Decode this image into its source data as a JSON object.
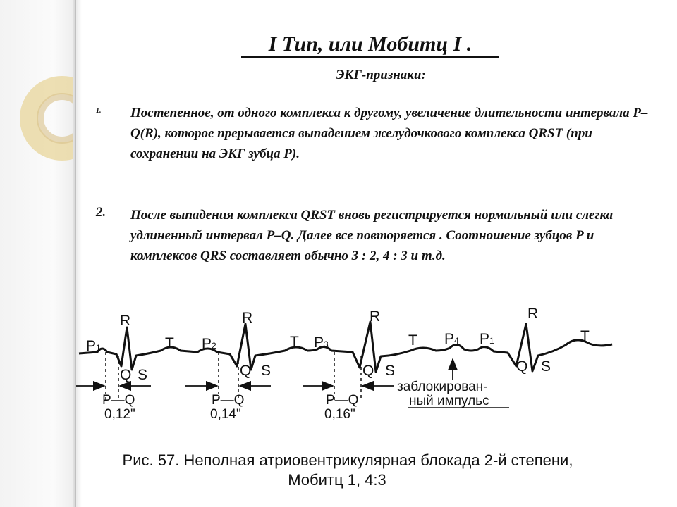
{
  "title": "I Тип, или Мобитц I .",
  "subtitle": "ЭКГ-признаки:",
  "items": [
    {
      "marker": "1.",
      "text": "Постепенное, от одного комплекса к другому, увеличение длительности интервала P–Q(R), которое прерывается выпадением желудочкового комплекса QRST (при сохранении на ЭКГ зубца P)."
    },
    {
      "marker": "2.",
      "text": "После выпадения комплекса QRST вновь регистрируется нормальный или слегка удлиненный интервал P–Q. Далее все повторяется . Соотношение зубцов P и комплексов QRS составляет обычно 3 : 2, 4 : 3 и т.д."
    }
  ],
  "ecg": {
    "labels": {
      "R": "R",
      "Q": "Q",
      "S": "S",
      "T": "T",
      "P": "P",
      "p_subs": [
        "1",
        "2",
        "3",
        "4",
        "1"
      ],
      "interval_label": "P—Q",
      "intervals": [
        "0,12\"",
        "0,14\"",
        "0,16\""
      ],
      "blocked_line1": "заблокирован-",
      "blocked_line2": "ный импульс"
    }
  },
  "caption": {
    "line1": "Рис. 57. Неполная атриовентрикулярная блокада 2-й степени,",
    "line2": "Мобитц 1, 4:3"
  }
}
